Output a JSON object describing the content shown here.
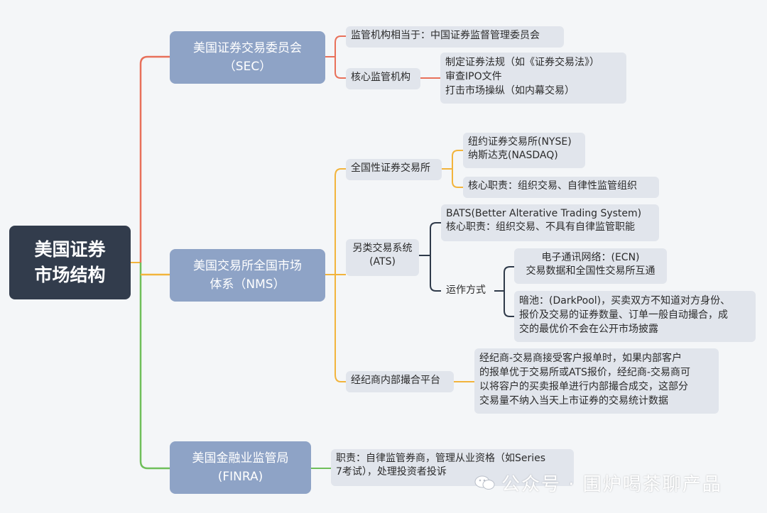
{
  "root": {
    "title": "美国证券\n市场结构"
  },
  "sec": {
    "title": "美国证券交易委员会\n（SEC）",
    "regulator_equiv": "监管机构相当于：中国证券监督管理委员会",
    "core_label": "核心监管机构",
    "core_duties": "制定证券法规（如《证券交易法》）\n审查IPO文件\n打击市场操纵（如内幕交易）"
  },
  "nms": {
    "title": "美国交易所全国市场\n体系（NMS）",
    "national": {
      "label": "全国性证券交易所",
      "exchanges": "纽约证券交易所(NYSE)\n纳斯达克(NASDAQ)",
      "duty": "核心职责：组织交易、自律性监管组织"
    },
    "ats": {
      "label": "另类交易系统\n(ATS)",
      "bats": "BATS(Better Alterative Trading System)\n核心职责：组织交易、不具有自律监管职能",
      "operation_label": "运作方式",
      "ecn": "电子通讯网络：(ECN)\n交易数据和全国性交易所互通",
      "darkpool": "暗池：(DarkPool)，买卖双方不知道对方身份、\n报价及交易的证券数量、订单一般自动撮合，成\n交的最优价不会在公开市场披露"
    },
    "internal": {
      "label": "经纪商内部撮合平台",
      "desc": "经纪商-交易商接受客户报单时，如果内部客户\n的报单优于交易所或ATS报价，经纪商-交易商可\n以将容户的买卖报单进行内部撮合成交，这部分\n交易量不纳入当天上市证券的交易统计数据"
    }
  },
  "finra": {
    "title": "美国金融业监管局\n(FINRA)",
    "duty": "职责：自律监管券商，管理从业资格（如Series\n7考试），处理投资者投诉"
  },
  "watermark": {
    "text": "公众号 · 围炉喝茶聊产品"
  },
  "colors": {
    "sec_branch": "#e8705a",
    "nms_branch": "#f2b43c",
    "finra_branch": "#6fbf5a",
    "ats_branch": "#2f3a4a"
  }
}
